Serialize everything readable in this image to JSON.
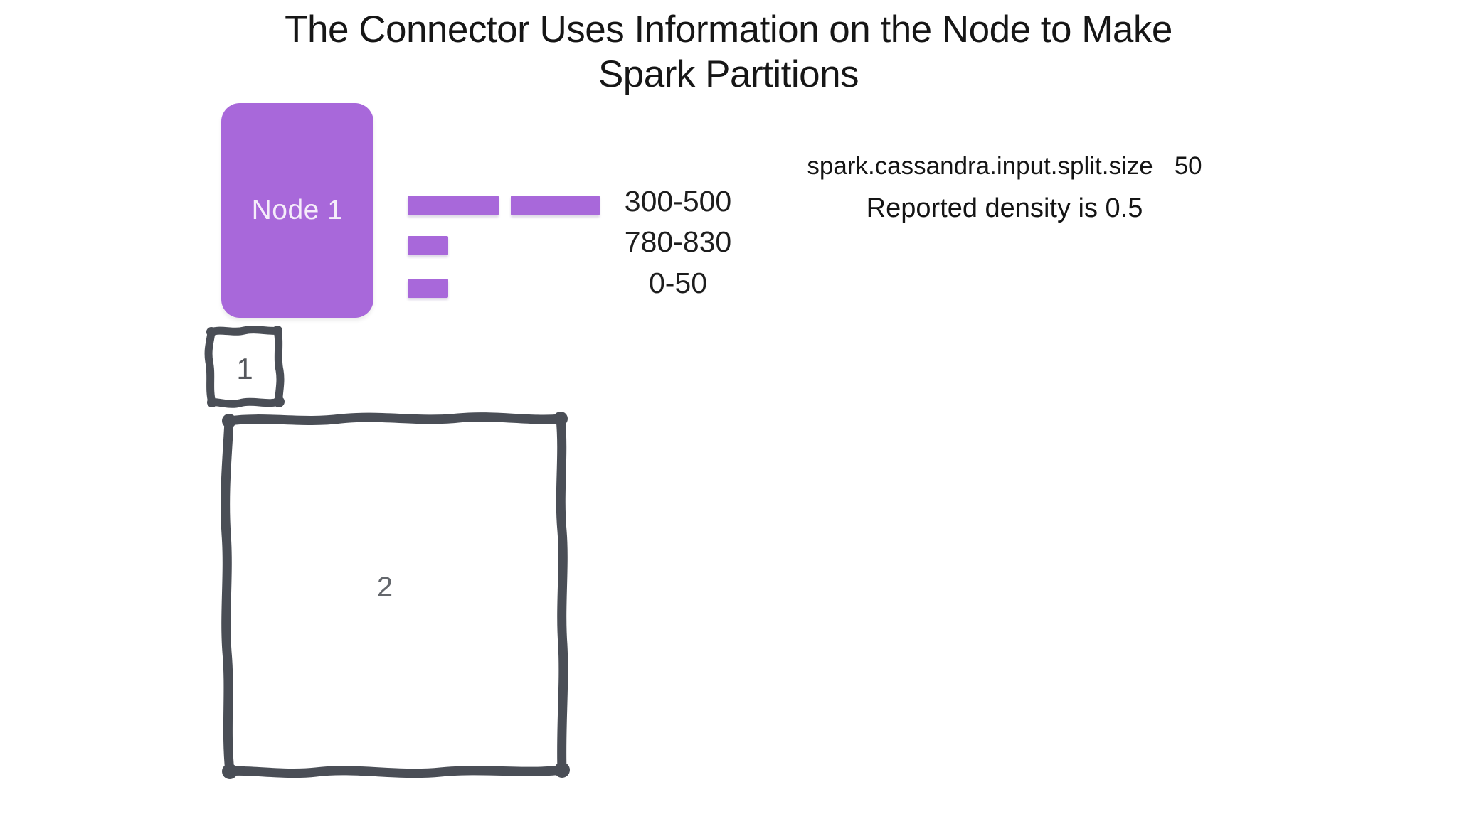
{
  "title": {
    "line1": "The Connector Uses Information on the Node to Make",
    "line2": "Spark Partitions"
  },
  "node": {
    "label": "Node 1"
  },
  "token_ranges": [
    {
      "label": "300-500"
    },
    {
      "label": "780-830"
    },
    {
      "label": "0-50"
    }
  ],
  "config": {
    "property": "spark.cassandra.input.split.size",
    "value": "50",
    "density_note": "Reported density is 0.5"
  },
  "partitions": [
    {
      "number": "1"
    },
    {
      "number": "2"
    }
  ],
  "colors": {
    "purple": "#a868da",
    "sketch_gray": "#4a4e56"
  }
}
